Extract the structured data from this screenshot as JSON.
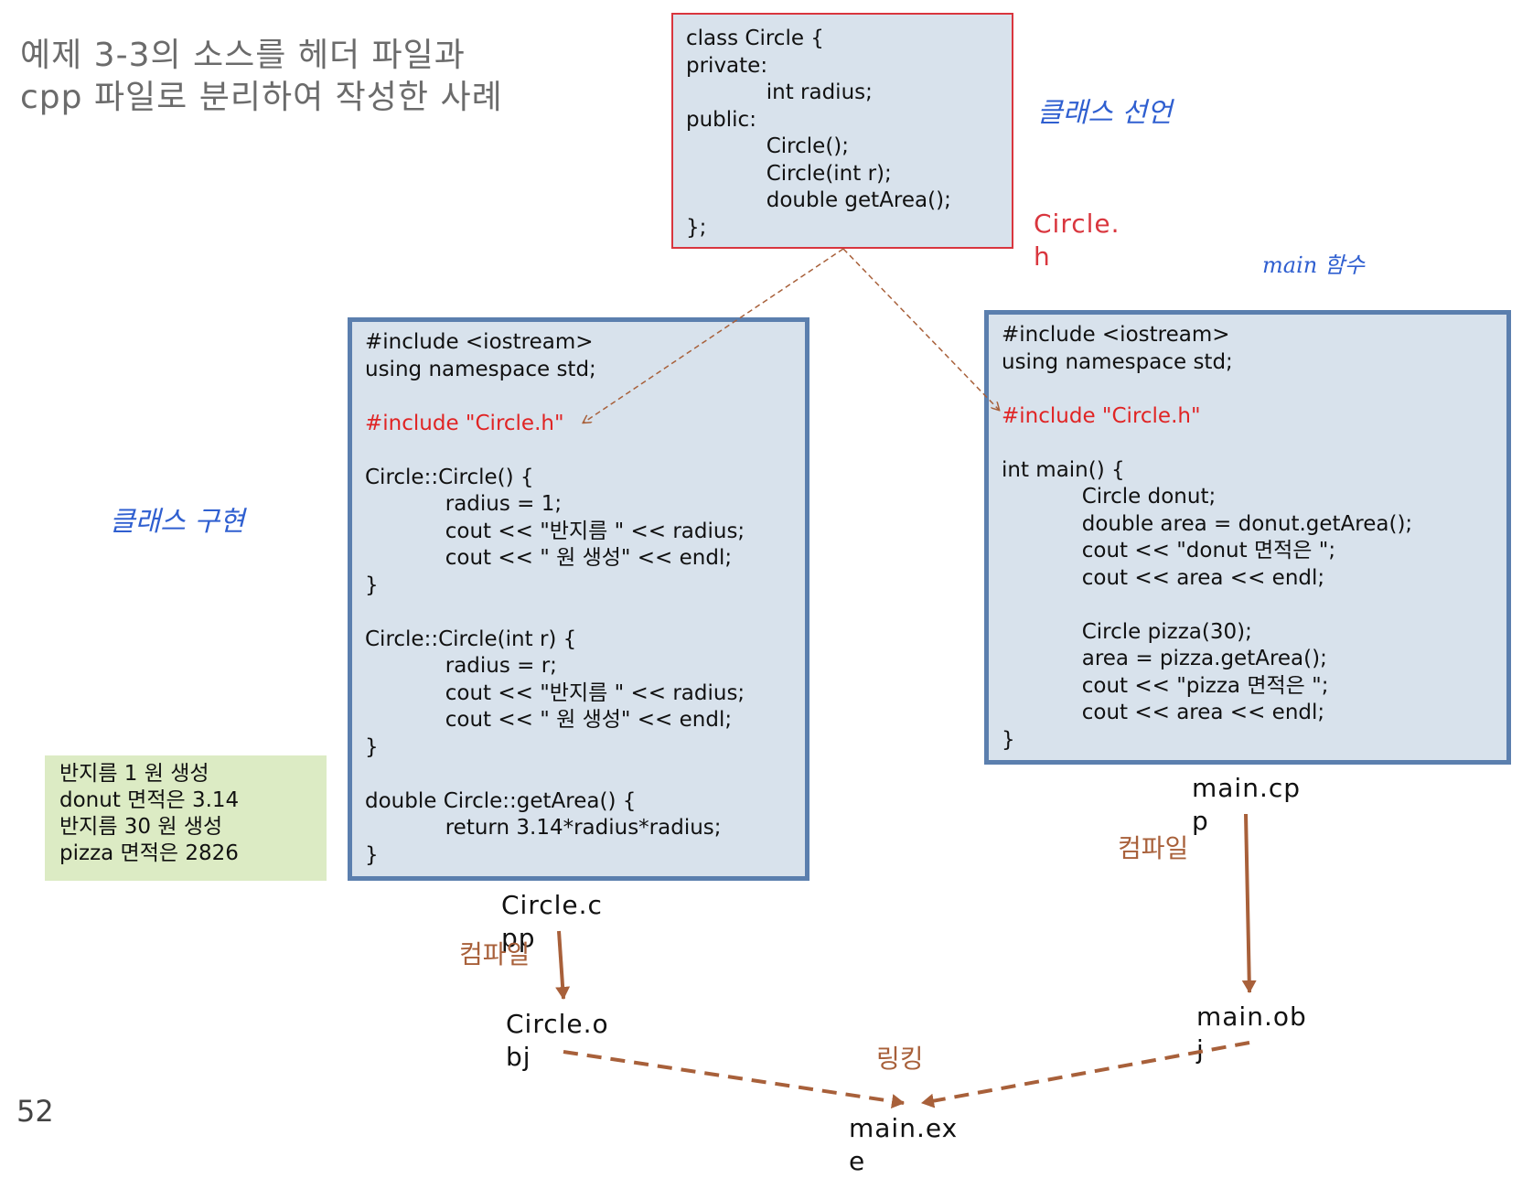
{
  "title": {
    "line1": "예제 3-3의 소스를 헤더 파일과",
    "line2": "cpp 파일로 분리하여 작성한 사례"
  },
  "header_file": {
    "lines": [
      "class Circle {",
      "private:",
      "            int radius;",
      "public:",
      "            Circle();",
      "            Circle(int r);",
      "            double getArea();",
      "};"
    ],
    "label": "Circle.h"
  },
  "circle_cpp": {
    "lines": [
      "#include <iostream>",
      "using namespace std;",
      "",
      "#include \"Circle.h\"",
      "",
      "Circle::Circle() {",
      "            radius = 1;",
      "            cout << \"반지름 \" << radius;",
      "            cout << \" 원 생성\" << endl;",
      "}",
      "",
      "Circle::Circle(int r) {",
      "            radius = r;",
      "            cout << \"반지름 \" << radius;",
      "            cout << \" 원 생성\" << endl;",
      "}",
      "",
      "double Circle::getArea() {",
      "            return 3.14*radius*radius;",
      "}"
    ],
    "label": "Circle.cpp"
  },
  "main_cpp": {
    "lines": [
      "#include <iostream>",
      "using namespace std;",
      "",
      "#include \"Circle.h\"",
      "",
      "int main() {",
      "            Circle donut;",
      "            double area = donut.getArea();",
      "            cout << \"donut 면적은 \";",
      "            cout << area << endl;",
      "",
      "            Circle pizza(30);",
      "            area = pizza.getArea();",
      "            cout << \"pizza 면적은 \";",
      "            cout << area << endl;",
      "}"
    ],
    "label": "main.cpp"
  },
  "output": {
    "lines": [
      "반지름 1 원 생성",
      "donut 면적은 3.14",
      "반지름 30 원 생성",
      "pizza 면적은 2826"
    ]
  },
  "notes": {
    "class_decl": "클래스 선언",
    "class_impl": "클래스 구현",
    "main_func": "main 함수"
  },
  "labels": {
    "compile_left": "컴파일",
    "compile_right": "컴파일",
    "linking": "링킹",
    "circle_obj": "Circle.obj",
    "main_obj": "main.obj",
    "main_exe": "main.exe"
  },
  "page_number": "52",
  "colors": {
    "code_bg": "#d8e2ec",
    "box_border_blue": "#5b7fae",
    "box_border_red": "#d9363e",
    "highlight_red": "#e02424",
    "output_bg": "#dcebc4",
    "arrow_brown": "#a8603a",
    "note_blue": "#2f5fd0"
  }
}
